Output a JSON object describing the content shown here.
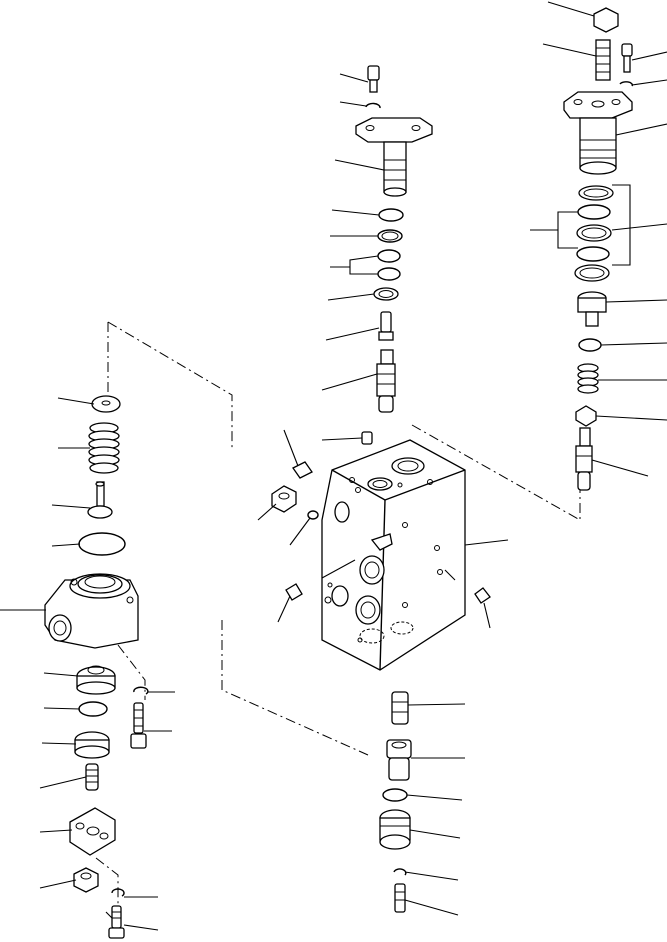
{
  "diagram": {
    "groups": [
      {
        "name": "left-relief-valve-assembly"
      },
      {
        "name": "center-valve-body-assembly"
      },
      {
        "name": "right-spool-assembly"
      }
    ]
  }
}
